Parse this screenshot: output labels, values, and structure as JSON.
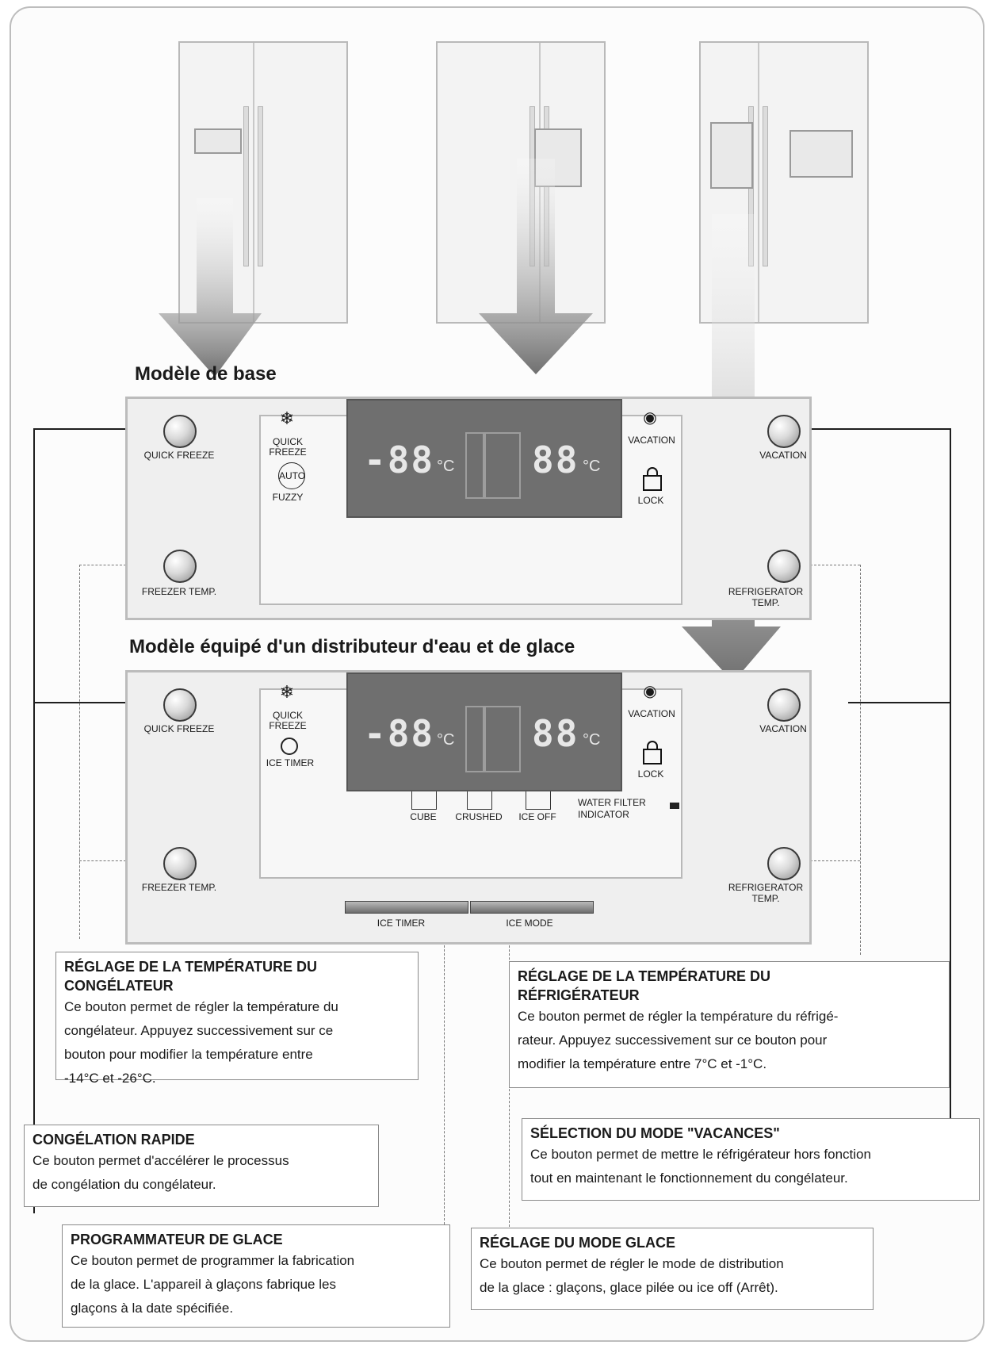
{
  "headings": {
    "basic_model": "Modèle de base",
    "dispenser_model": "Modèle équipé d'un distributeur d'eau et de glace"
  },
  "panel_basic": {
    "quick_freeze": "QUICK FREEZE",
    "freezer_temp": "FREEZER TEMP.",
    "vacation": "VACATION",
    "refrigerator_temp_1": "REFRIGERATOR",
    "refrigerator_temp_2": "TEMP.",
    "icon_quick_freeze_1": "QUICK",
    "icon_quick_freeze_2": "FREEZE",
    "icon_auto": "AUTO",
    "icon_fuzzy": "FUZZY",
    "icon_vacation": "VACATION",
    "icon_lock": "LOCK",
    "freezer_display": "-88",
    "fridge_display": "88",
    "unit": "°C"
  },
  "panel_dispenser": {
    "quick_freeze": "QUICK FREEZE",
    "freezer_temp": "FREEZER TEMP.",
    "vacation": "VACATION",
    "refrigerator_temp_1": "REFRIGERATOR",
    "refrigerator_temp_2": "TEMP.",
    "icon_quick_freeze_1": "QUICK",
    "icon_quick_freeze_2": "FREEZE",
    "icon_ice_timer": "ICE TIMER",
    "icon_vacation": "VACATION",
    "icon_lock": "LOCK",
    "freezer_display": "-88",
    "fridge_display": "88",
    "unit": "°C",
    "ice_cube": "CUBE",
    "ice_crushed": "CRUSHED",
    "ice_off": "ICE OFF",
    "water_filter_1": "WATER FILTER",
    "water_filter_2": "INDICATOR",
    "bar_ice_timer": "ICE TIMER",
    "bar_ice_mode": "ICE MODE"
  },
  "callouts": {
    "freezer_temp": {
      "title_1": "RÉGLAGE DE LA TEMPÉRATURE DU",
      "title_2": "CONGÉLATEUR",
      "line_1": "Ce bouton permet de régler la température du",
      "line_2": "congélateur. Appuyez successivement sur ce",
      "line_3": "bouton pour modifier la température entre",
      "line_4": "-14°C et -26°C."
    },
    "fridge_temp": {
      "title_1": "RÉGLAGE DE LA TEMPÉRATURE DU",
      "title_2": "RÉFRIGÉRATEUR",
      "line_1": "Ce bouton permet de régler la température du réfrigé-",
      "line_2": "rateur. Appuyez successivement sur ce bouton pour",
      "line_3": "modifier la température entre 7°C et -1°C."
    },
    "quick_freeze": {
      "title": "CONGÉLATION RAPIDE",
      "line_1": "Ce bouton permet d'accélérer le processus",
      "line_2": "de congélation du congélateur."
    },
    "vacation": {
      "title": "SÉLECTION DU MODE \"VACANCES\"",
      "line_1": "Ce bouton permet de mettre le réfrigérateur hors fonction",
      "line_2": "tout en maintenant le fonctionnement du congélateur."
    },
    "ice_timer": {
      "title": "PROGRAMMATEUR DE GLACE",
      "line_1": "Ce bouton permet de programmer la fabrication",
      "line_2": "de la glace. L'appareil à glaçons fabrique les",
      "line_3": "glaçons à la date spécifiée."
    },
    "ice_mode": {
      "title": "RÉGLAGE DU MODE GLACE",
      "line_1": "Ce bouton permet de régler le mode de distribution",
      "line_2": "de la glace : glaçons, glace pilée ou ice off (Arrêt)."
    }
  }
}
